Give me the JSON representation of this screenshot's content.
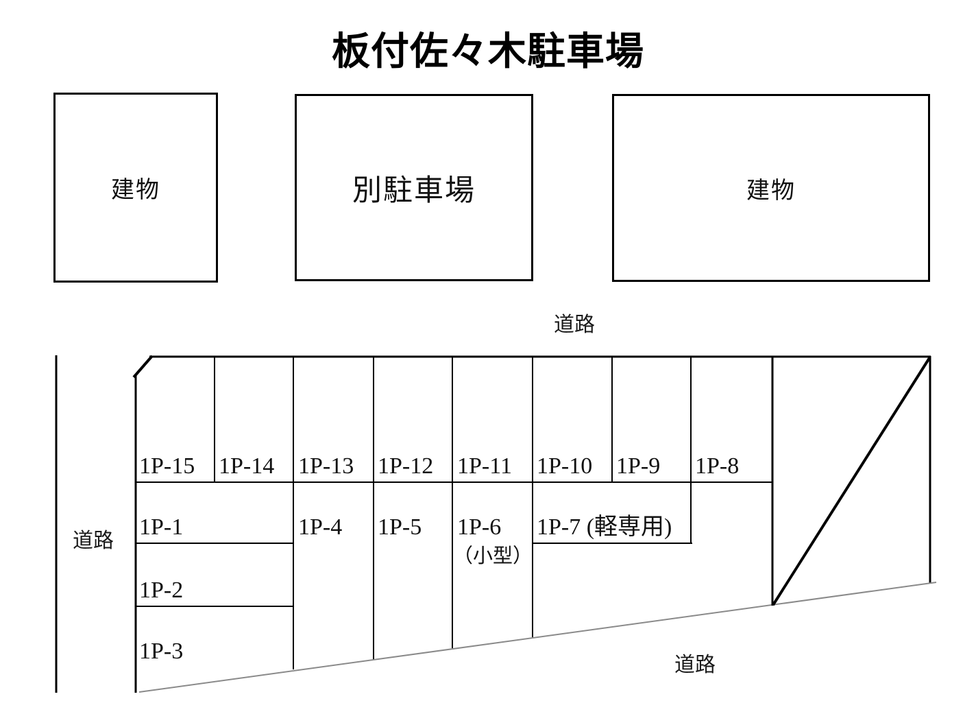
{
  "title": "板付佐々木駐車場",
  "colors": {
    "line": "#000000",
    "road_edge": "#8a8a8a",
    "text": "#111111"
  },
  "buildings": {
    "left": {
      "label": "建物"
    },
    "center": {
      "label": "別駐車場"
    },
    "right": {
      "label": "建物"
    }
  },
  "roads": {
    "top": "道路",
    "left": "道路",
    "bottom": "道路"
  },
  "parking": {
    "spaces": [
      {
        "label": "1P-15"
      },
      {
        "label": "1P-14"
      },
      {
        "label": "1P-13"
      },
      {
        "label": "1P-12"
      },
      {
        "label": "1P-11"
      },
      {
        "label": "1P-10"
      },
      {
        "label": "1P-9"
      },
      {
        "label": "1P-8"
      },
      {
        "label": "1P-1"
      },
      {
        "label": "1P-2"
      },
      {
        "label": "1P-3"
      },
      {
        "label": "1P-4"
      },
      {
        "label": "1P-5"
      },
      {
        "label": "1P-6",
        "sublabel": "（小型）"
      },
      {
        "label": "1P-7 (軽専用)"
      }
    ]
  }
}
